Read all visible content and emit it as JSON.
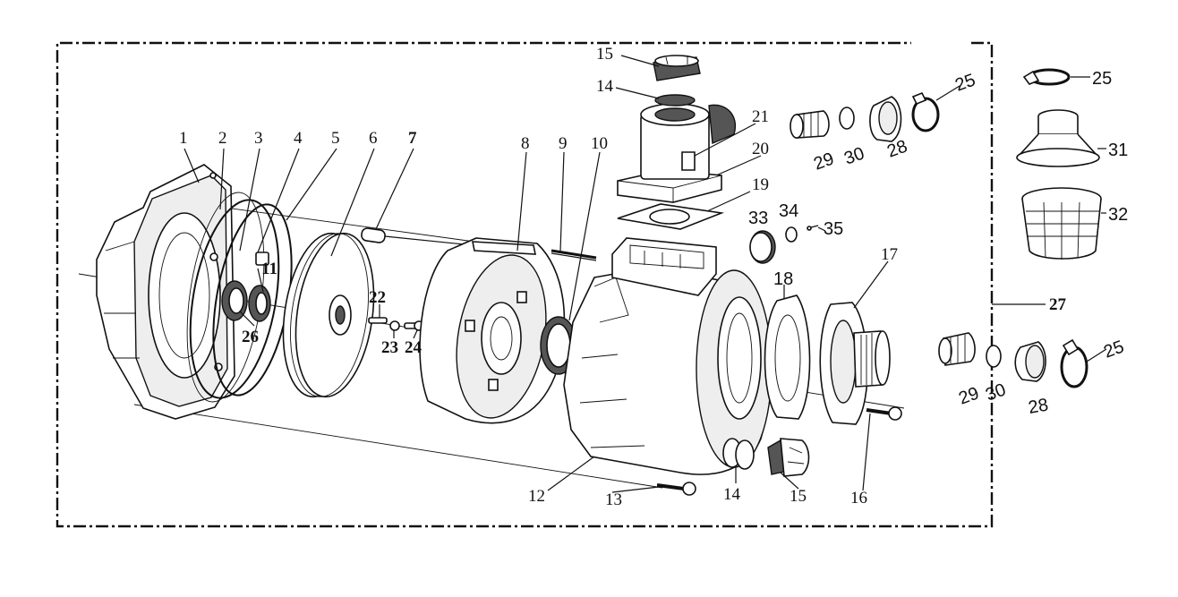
{
  "callouts": {
    "p1": "1",
    "p2": "2",
    "p3": "3",
    "p4": "4",
    "p5": "5",
    "p6": "6",
    "p7": "7",
    "p8": "8",
    "p9": "9",
    "p10": "10",
    "p11": "11",
    "p12": "12",
    "p13": "13",
    "p14_bottom": "14",
    "p15_bottom": "15",
    "p16": "16",
    "p17": "17",
    "p18": "18",
    "p19": "19",
    "p20": "20",
    "p21": "21",
    "p14_top": "14",
    "p15_top": "15",
    "p22": "22",
    "p23": "23",
    "p24": "24",
    "p26": "26",
    "p33": "33",
    "p34": "34",
    "p35": "35",
    "p29_top": "29",
    "p30_top": "30",
    "p28_top": "28",
    "p25_top": "25",
    "p25_right": "25",
    "p31": "31",
    "p32": "32",
    "p27": "27",
    "p29_bottom": "29",
    "p30_bottom": "30",
    "p28_bottom": "28",
    "p25_bottom": "25"
  }
}
